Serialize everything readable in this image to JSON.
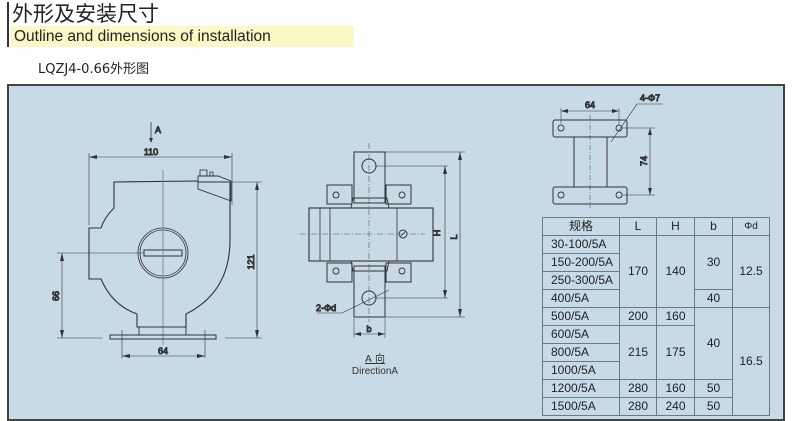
{
  "header": {
    "title_cn": "外形及安装尺寸",
    "title_en": "Outline and dimensions of installation",
    "subtitle": "LQZJ4-0.66外形图"
  },
  "colors": {
    "panel_bg": "#c8dae6",
    "title_highlight": "#fdf7c5",
    "line": "#333333"
  },
  "front_view": {
    "arrow_label": "A",
    "width_dim": "110",
    "height_dim": "121",
    "center_height_dim": "66",
    "base_width_dim": "64"
  },
  "side_view": {
    "hole_label": "2-Φd",
    "h_label": "H",
    "l_label": "L",
    "b_label": "b",
    "direction_cn": "A 向",
    "direction_en": "DirectionA"
  },
  "base_view": {
    "width_dim": "64",
    "height_dim": "74",
    "hole_label": "4-Φ7"
  },
  "spec_table": {
    "headers": [
      "规格",
      "L",
      "H",
      "b",
      "Φd"
    ],
    "rows": [
      {
        "spec": "30-100/5A",
        "L": "170",
        "H": "140",
        "b": "30",
        "d": "12.5"
      },
      {
        "spec": "150-200/5A",
        "L": "170",
        "H": "140",
        "b": "30",
        "d": "12.5"
      },
      {
        "spec": "250-300/5A",
        "L": "170",
        "H": "140",
        "b": "30",
        "d": "12.5"
      },
      {
        "spec": "400/5A",
        "L": "170",
        "H": "140",
        "b": "40",
        "d": "12.5"
      },
      {
        "spec": "500/5A",
        "L": "200",
        "H": "160",
        "b": "40",
        "d": "16.5"
      },
      {
        "spec": "600/5A",
        "L": "215",
        "H": "175",
        "b": "40",
        "d": "16.5"
      },
      {
        "spec": "800/5A",
        "L": "215",
        "H": "175",
        "b": "40",
        "d": "16.5"
      },
      {
        "spec": "1000/5A",
        "L": "215",
        "H": "175",
        "b": "40",
        "d": "16.5"
      },
      {
        "spec": "1200/5A",
        "L": "280",
        "H": "160",
        "b": "50",
        "d": "16.5"
      },
      {
        "spec": "1500/5A",
        "L": "280",
        "H": "240",
        "b": "50",
        "d": "16.5"
      }
    ]
  }
}
